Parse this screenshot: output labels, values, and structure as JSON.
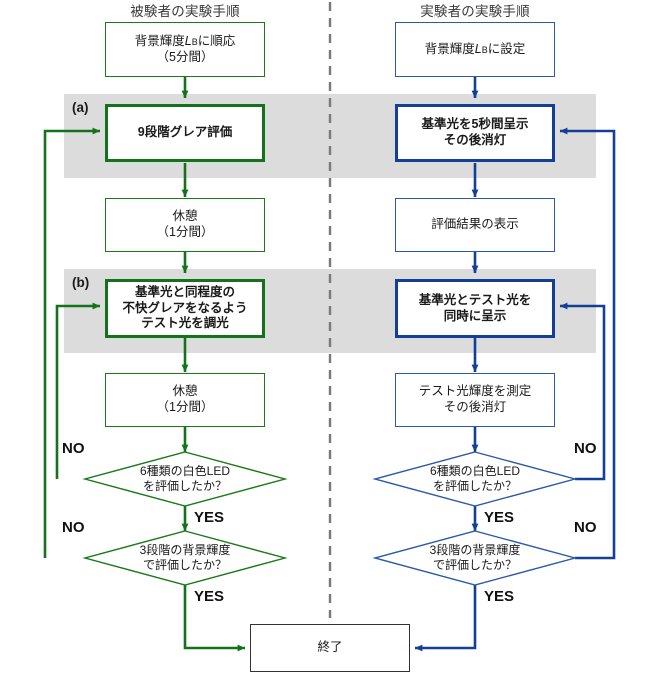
{
  "diagram": {
    "title": "Experiment procedure flowchart",
    "colors": {
      "subject_green": "#14731a",
      "experimenter_blue": "#143f96",
      "band_gray": "#dcdcdc",
      "divider_gray": "#7a7a7a",
      "end_box_border": "#333333"
    },
    "headers": {
      "left": "被験者の実験手順",
      "right": "実験者の実験手順"
    },
    "bands": [
      {
        "label": "(a)"
      },
      {
        "label": "(b)"
      }
    ],
    "left_column": {
      "nodes": [
        {
          "id": "adapt",
          "line1": "背景輝度",
          "var": "L",
          "sub": "B",
          "line1b": "に順応",
          "line2": "（5分間）"
        },
        {
          "id": "glare9",
          "line1": "9段階グレア評価"
        },
        {
          "id": "rest1",
          "line1": "休憩",
          "line2": "（1分間）"
        },
        {
          "id": "dimming",
          "line1": "基準光と同程度の",
          "line2": "不快グレアをなるよう",
          "line3": "テスト光を調光"
        },
        {
          "id": "rest2",
          "line1": "休憩",
          "line2": "（1分間）"
        }
      ],
      "decisions": [
        {
          "id": "led6",
          "line1": "6種類の白色LED",
          "line2": "を評価したか？",
          "no": "NO",
          "yes": "YES"
        },
        {
          "id": "lum3",
          "line1": "3段階の背景輝度",
          "line2": "で評価したか？",
          "no": "NO",
          "yes": "YES"
        }
      ]
    },
    "right_column": {
      "nodes": [
        {
          "id": "setlum",
          "line1": "背景輝度",
          "var": "L",
          "sub": "B",
          "line1b": "に設定"
        },
        {
          "id": "ref5s",
          "line1": "基準光を5秒間呈示",
          "line2": "その後消灯"
        },
        {
          "id": "showres",
          "line1": "評価結果の表示"
        },
        {
          "id": "reftest",
          "line1": "基準光とテスト光を",
          "line2": "同時に呈示"
        },
        {
          "id": "measure",
          "line1": "テスト光輝度を測定",
          "line2": "その後消灯"
        }
      ],
      "decisions": [
        {
          "id": "led6r",
          "line1": "6種類の白色LED",
          "line2": "を評価したか？",
          "no": "NO",
          "yes": "YES"
        },
        {
          "id": "lum3r",
          "line1": "3段階の背景輝度",
          "line2": "で評価したか？",
          "no": "NO",
          "yes": "YES"
        }
      ]
    },
    "end_node": {
      "label": "終了"
    }
  }
}
